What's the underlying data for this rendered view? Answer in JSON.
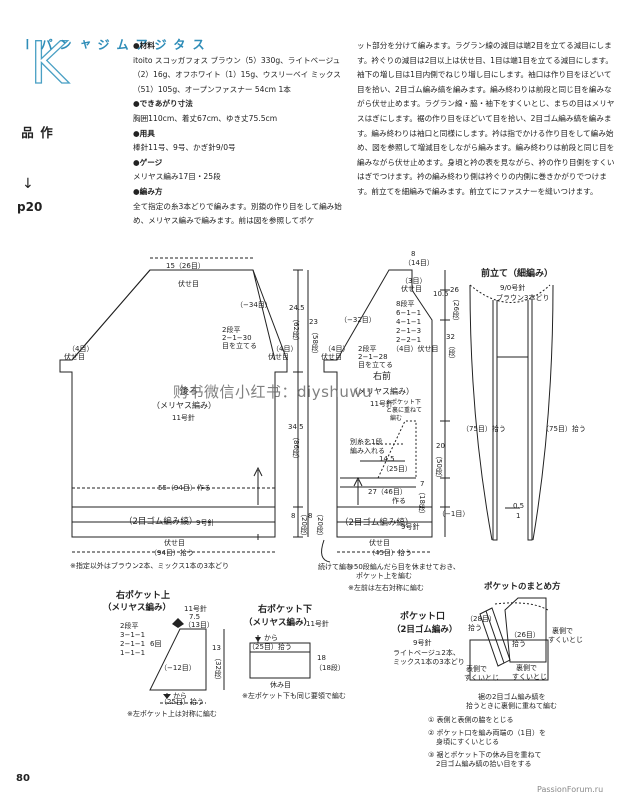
{
  "sidebar": {
    "letter": "K",
    "title": "スタジアムジャンパー",
    "ref_label": "作品",
    "ref_arrow": "↓",
    "ref_page": "p20"
  },
  "materials": {
    "heading": "●材料",
    "text": "itoito スコッガフォス ブラウン（5）330g、ライトベージュ（2）16g、オフホワイト（1）15g、ウスリーベイ ミックス（51）105g、オープンファスナー 54cm 1本"
  },
  "finish": {
    "heading": "●できあがり寸法",
    "text": "胸囲110cm、着丈67cm、ゆき丈75.5cm"
  },
  "tools": {
    "heading": "●用具",
    "text": "棒針11号、9号、かぎ針9/0号"
  },
  "gauge": {
    "heading": "●ゲージ",
    "text": "メリヤス編み17目・25段"
  },
  "method": {
    "heading": "●編み方",
    "text1": "全て指定の糸3本どりで編みます。別鎖の作り目をして編み始め、メリヤス編みで編みます。前は図を参照してポケ",
    "text2": "ット部分を分けて編みます。ラグラン線の減目は端2目を立てる減目にします。衿ぐりの減目は2目以上は伏せ目、1目は端1目を立てる減目にします。袖下の増し目は1目内側でねじり増し目にします。袖口は作り目をほどいて目を拾い、2目ゴム編み縞を編みます。編み終わりは前段と同じ目を編みながら伏せ止めます。ラグラン線・脇・袖下をすくいとじ、まちの目はメリヤスはぎにします。裾の作り目をほどいて目を拾い、2目ゴム編み縞を編みます。編み終わりは袖口と同様にします。衿は指でかける作り目をして編み始め、図を参照して増減目をしながら編みます。編み終わりは前段と同じ目を編みながら伏せ止めます。身頃と衿の表を見ながら、衿の作り目側をすくいはぎでつけます。衿の編み終わり側は衿ぐりの内側に巻きかがりでつけます。前立てを細編みで編みます。前立てにファスナーを縫いつけます。"
  },
  "back": {
    "top_width": "15（26目）",
    "top_bind": "伏せ目",
    "raglan": "（−34目）",
    "dec_rule_l1": "2段平",
    "dec_rule_l2": "2−1−30",
    "dec_rule_l3": "目を立てる",
    "left_bind": "（4目）",
    "left_bind2": "伏せ目",
    "right_bind": "（4目）",
    "right_bind2": "伏せ目",
    "name": "後ろ",
    "stitch": "（メリヤス編み）",
    "needle": "11号針",
    "cast_on": "55（94目）作る",
    "rib": "（2目ゴム編み縞）",
    "rib_needle": "9号針",
    "bottom_bind": "伏せ目",
    "pickup": "（94目）拾う",
    "note": "※指定以外はブラウン2本、ミックス1本の3本どり"
  },
  "front": {
    "top_w1": "8",
    "top_w2": "（14目）",
    "neck_label": "（3目）",
    "neck_bind": "伏せ目",
    "neck_rule": [
      "8段平",
      "6−1−1",
      "4−1−1",
      "2−1−3",
      "2−2−1",
      "（4目）伏せ目"
    ],
    "raglan": "（−32目）",
    "dec_rule_l1": "2段平",
    "dec_rule_l2": "2−1−28",
    "dec_rule_l3": "目を立てる",
    "left_bind": "（4目）",
    "left_bind2": "伏せ目",
    "name": "右前",
    "stitch": "（メリヤス編み）",
    "needle": "11号針",
    "pocket_note1": "※ポケット下",
    "pocket_note2": "と裏に重ねて",
    "pocket_note3": "編む",
    "sep_note1": "別糸を1段",
    "sep_note2": "編み入れる",
    "pocket_w": "14.5",
    "pocket_st": "（25目）",
    "pocket_h": "20",
    "pocket_hr": "（50段）",
    "width_27": "27（46目）",
    "width_27b": "作る",
    "side_7": "7",
    "side_18": "（18段）",
    "minus1": "（−1目）",
    "rib": "（2目ゴム編み縞）",
    "rib_needle": "9号針",
    "bottom_bind": "伏せ目",
    "pickup": "（45目）拾う",
    "continue": "続けて編む",
    "note1": "※50段編んだら目を休ませておき、",
    "note2": "ポケット上を編む",
    "note3": "※左前は左右対称に編む"
  },
  "dims": {
    "back_h1": "24.5",
    "back_h1b": "（62段）",
    "back_h2": "34.5",
    "back_h2b": "（86段）",
    "back_rib": "8",
    "back_ribb": "（20段）",
    "front_h1": "23",
    "front_h1b": "（58段）",
    "front_rib": "8",
    "front_ribb": "（20段）",
    "neck_h1": "10.5",
    "neck_h2": "26",
    "neck_h2b": "（26段）",
    "neck_h3": "32",
    "neck_h3b": "（段）"
  },
  "placket": {
    "title": "前立て（細編み）",
    "needle": "9/0号針",
    "color": "ブラウン3本どり",
    "pick_left": "（75目）拾う",
    "pick_right": "（75目）拾う",
    "w": "0.5",
    "w2": "1"
  },
  "pocket_top": {
    "title1": "右ポケット上",
    "title2": "（メリヤス編み）",
    "needle": "11号針",
    "rule": [
      "2段平",
      "3−1−1",
      "2−1−1",
      "1−1−1"
    ],
    "rule_end": "6回",
    "top_w": "7.5",
    "top_w2": "（13目）",
    "dec": "（−12目）",
    "h": "13",
    "h2": "（32段）",
    "from": "から",
    "bottom": "（25目）拾う",
    "note": "※左ポケット上は対称に編む"
  },
  "pocket_bottom": {
    "title1": "右ポケット下",
    "title2": "（メリヤス編み）",
    "needle": "11号針",
    "from": "から",
    "cast": "（25目）拾う",
    "h": "18",
    "h2": "（18段）",
    "rest": "休み目",
    "note": "※左ポケット下も同じ要領で編む"
  },
  "pocket_mouth": {
    "title1": "ポケット口",
    "title2": "（2目ゴム編み）",
    "needle": "9号針",
    "color1": "ライトベージュ2本、",
    "color2": "ミックス1本の3本どり"
  },
  "assembly": {
    "title": "ポケットのまとめ方",
    "pick1": "（28目）",
    "pick1b": "拾う",
    "pick2": "（26目）",
    "pick2b": "拾う",
    "side": "裏側で",
    "side2": "すくいとじ",
    "mid": "裏側で",
    "mid2": "すくいとじ",
    "left": "表側で",
    "left2": "すくいとじ",
    "hem1": "裾の2目ゴム編み縞を",
    "hem2": "拾うときに裏側に重ねて編む",
    "steps": [
      "① 表側と表側の脇をとじる",
      "② ポケット口を編み両端の（1目）を",
      "身頃にすくいとじる",
      "③ 裾とポケット下の休み目を重ねて",
      "2目ゴム編み縞の拾い目をする"
    ]
  },
  "watermark": "购书微信小红书：diyshuwu",
  "page_number": "80",
  "site": "PassionForum.ru"
}
